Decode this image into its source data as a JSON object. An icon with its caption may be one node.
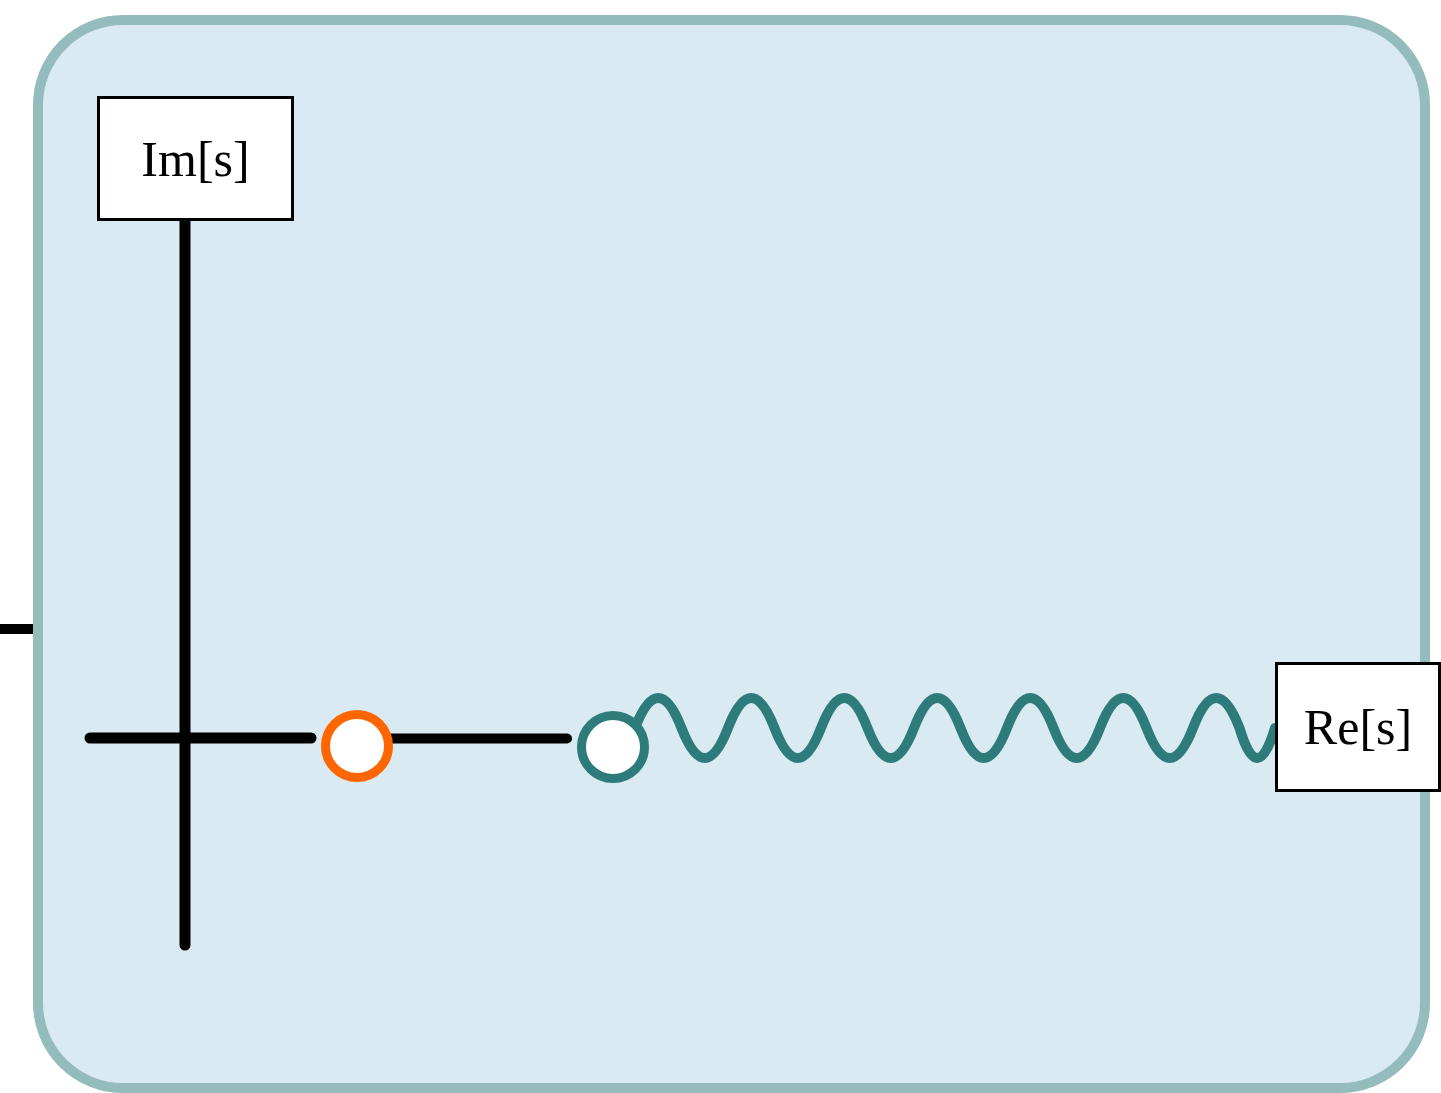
{
  "diagram": {
    "nodes": [
      {
        "text": [],
        "shape": "box"
      },
      {
        "text": [
          "Im[s]"
        ],
        "in": 0
      },
      {
        "text": [
          "Re[s]"
        ]
      },
      {
        "text": [],
        "shape": "circle",
        "in": 0
      },
      {
        "text": [],
        "shape": "circle",
        "in": 0
      }
    ],
    "edges": [
      {
        "from": 3,
        "to": 4,
        "arrow": "none"
      },
      {
        "from": 4,
        "to": 2,
        "arrow": "none",
        "color": "#2e7b7b"
      }
    ]
  }
}
